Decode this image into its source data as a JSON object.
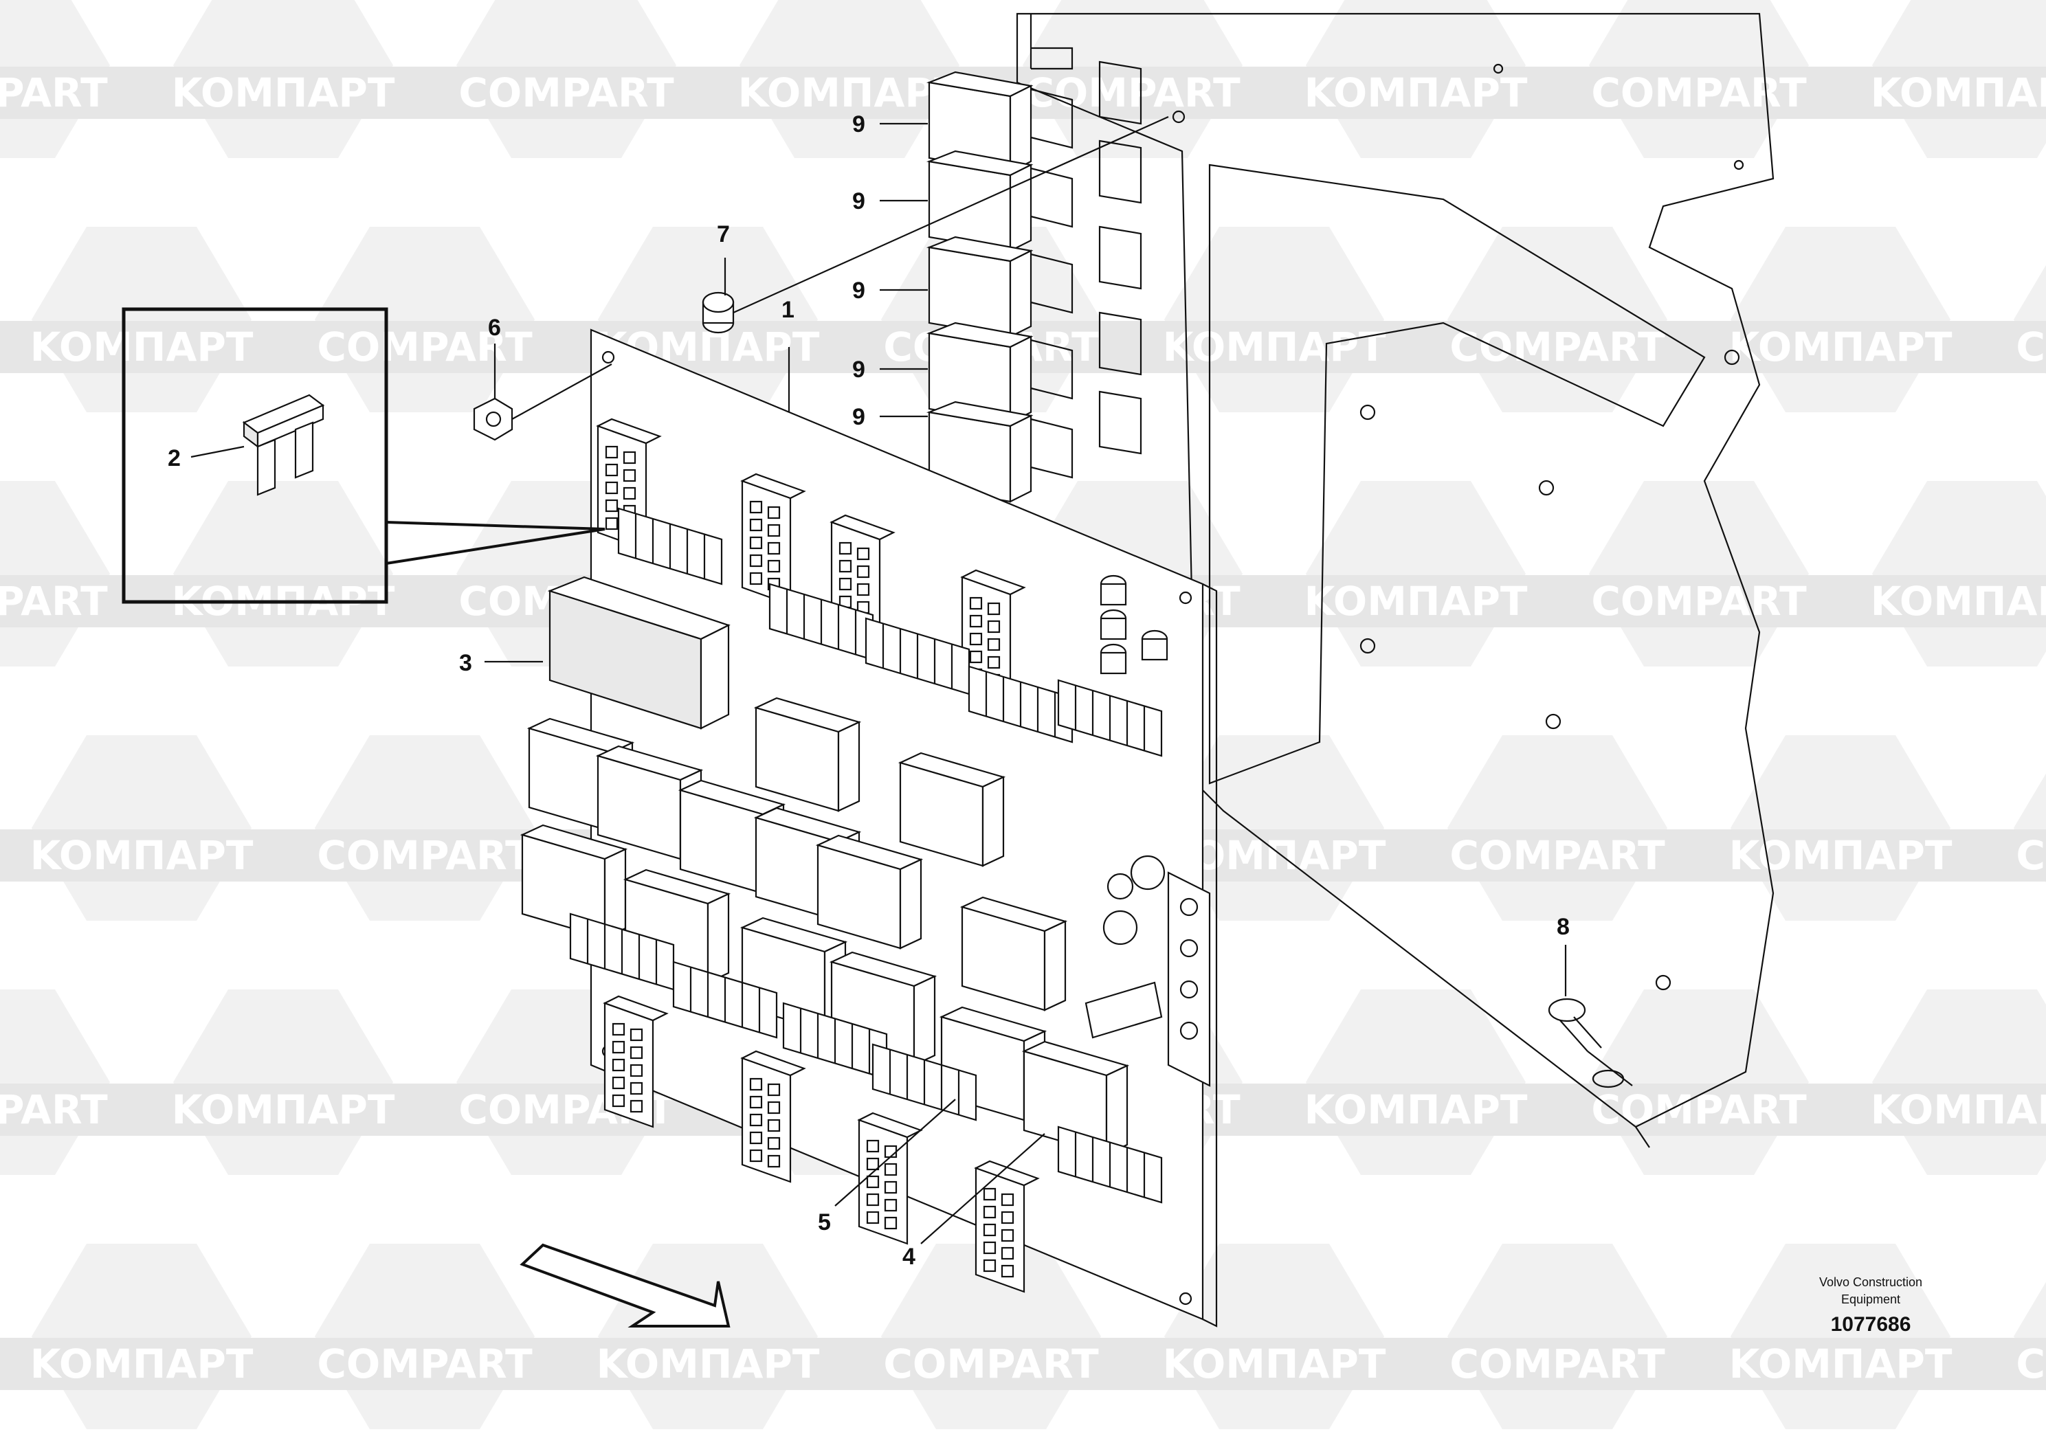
{
  "watermark": {
    "brand_latin": "COMPART",
    "brand_cyrillic": "KOMПAPT",
    "color": "#e6e6e6"
  },
  "callouts": {
    "c1": "1",
    "c2": "2",
    "c3": "3",
    "c4": "4",
    "c5": "5",
    "c6": "6",
    "c7": "7",
    "c8": "8",
    "c9": "9"
  },
  "footer": {
    "brand_line1": "Volvo Construction",
    "brand_line2": "Equipment",
    "doc_number": "1077686"
  }
}
